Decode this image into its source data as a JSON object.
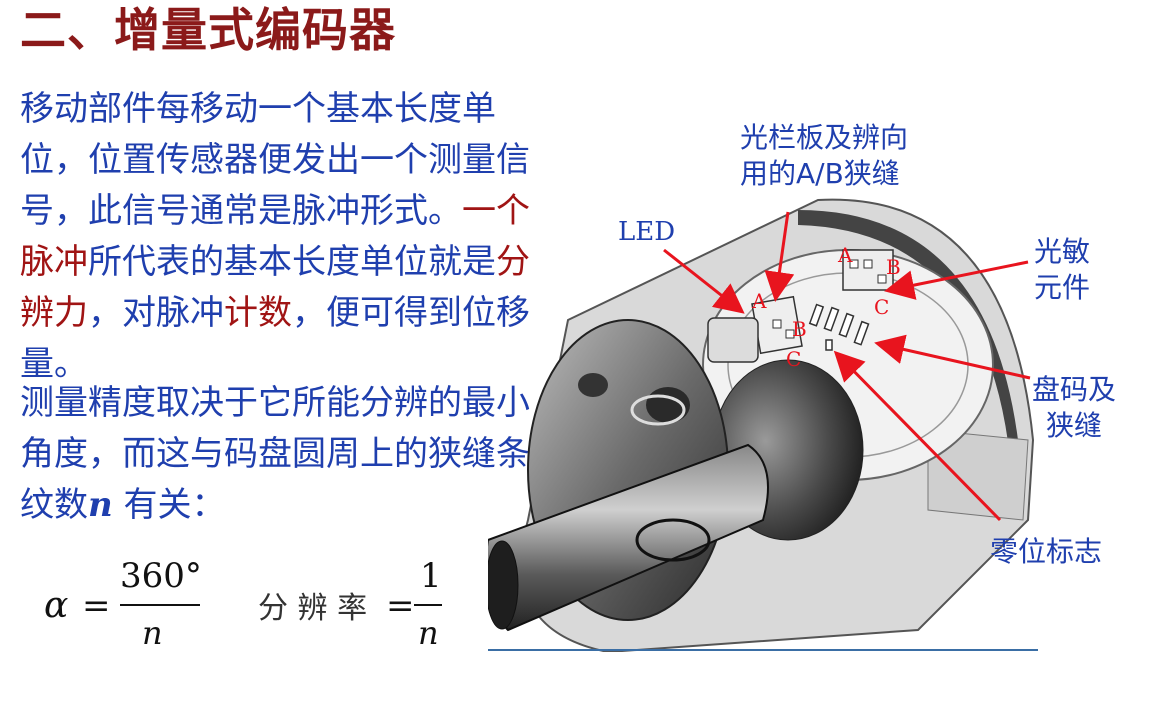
{
  "title": "二、增量式编码器",
  "paragraph1": {
    "part1": "移动部件每移动一个基本长度单位，位置传感器便发出一个测量信号，此信号通常是脉冲形式。",
    "red1": "一个脉冲",
    "part2": "所代表的基本长度单位就是",
    "red2": "分辨力",
    "part3": "，对脉冲",
    "red3": "计数",
    "part4": "，便可得到位移量。"
  },
  "paragraph2": {
    "text": "测量精度取决于它所能分辨的最小角度，而这与码盘圆周上的狭缝条纹数",
    "var": "n",
    "tail": " 有关："
  },
  "formula1": {
    "lhs": "α",
    "eq": "=",
    "numerator": "360°",
    "denominator": "n"
  },
  "formula2": {
    "lhs": "分 辨 率",
    "eq": "=",
    "numerator": "1",
    "denominator": "n"
  },
  "labels": {
    "grating_line1": "光栏板及辨向",
    "grating_line2": "用的A/B狭缝",
    "led": "LED",
    "photo_line1": "光敏",
    "photo_line2": "元件",
    "disc_line1": "盘码及",
    "disc_line2": "狭缝",
    "zero": "零位标志"
  },
  "slot_letters": {
    "a": "A",
    "b": "B",
    "c": "C"
  },
  "colors": {
    "title": "#8b1a1a",
    "text": "#1f3fae",
    "highlight": "#a01414",
    "arrow": "#e8141e"
  }
}
